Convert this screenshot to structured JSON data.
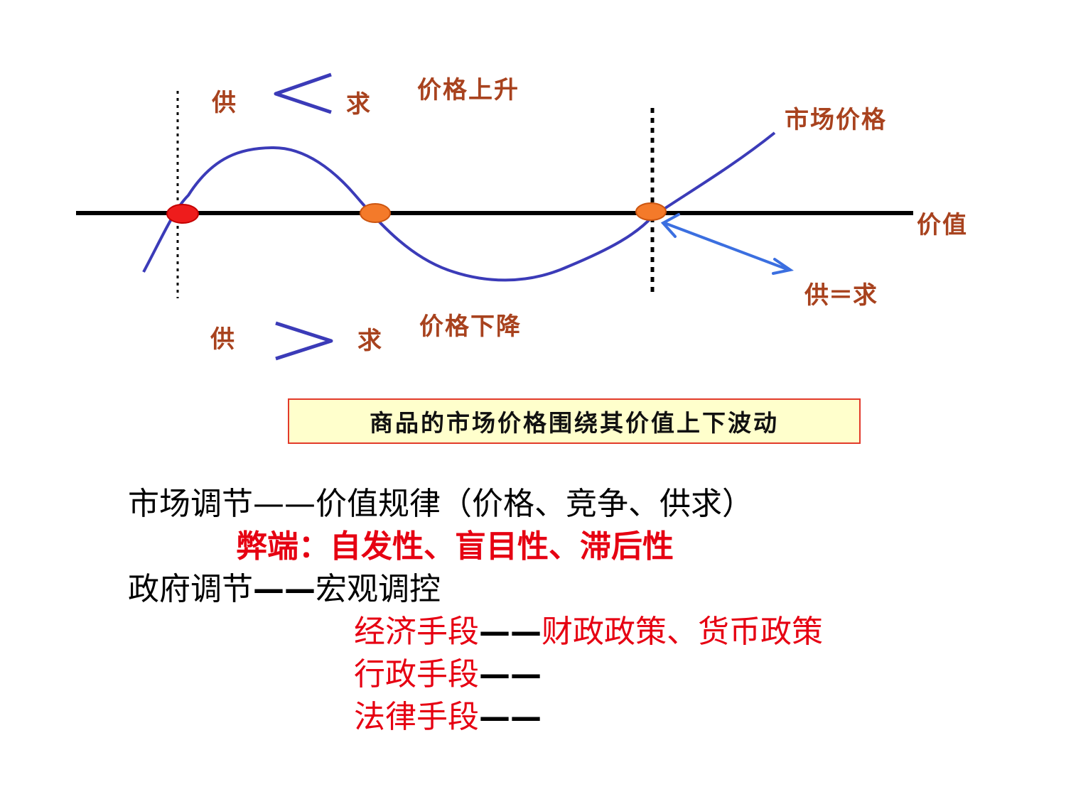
{
  "diagram": {
    "labels": {
      "top_supply": "供",
      "top_demand": "求",
      "top_price_change": "价格上升",
      "bottom_supply": "供",
      "bottom_demand": "求",
      "bottom_price_change": "价格下降",
      "market_price": "市场价格",
      "value": "价值",
      "balance": "供＝求"
    },
    "caption": "商品的市场价格围绕其价值上下波动",
    "colors": {
      "curve": "#3b3bb8",
      "label": "#a8421e",
      "point_red": "#ee1c1c",
      "point_orange": "#f47a2a",
      "caption_bg": "#ffffcc",
      "caption_border": "#e23a2a"
    }
  },
  "text": {
    "line1_left": "市场调节——价值规律（价格、竞争、供求）",
    "line2": "弊端：自发性、盲目性、滞后性",
    "line3_label": "政府调节",
    "line3_dash": "——",
    "line3_rest": "宏观调控",
    "line4_label": "经济手段",
    "line4_dash": "——",
    "line4_rest": "财政政策、货币政策",
    "line5_label": "行政手段",
    "line5_dash": "——",
    "line6_label": "法律手段",
    "line6_dash": "——"
  }
}
